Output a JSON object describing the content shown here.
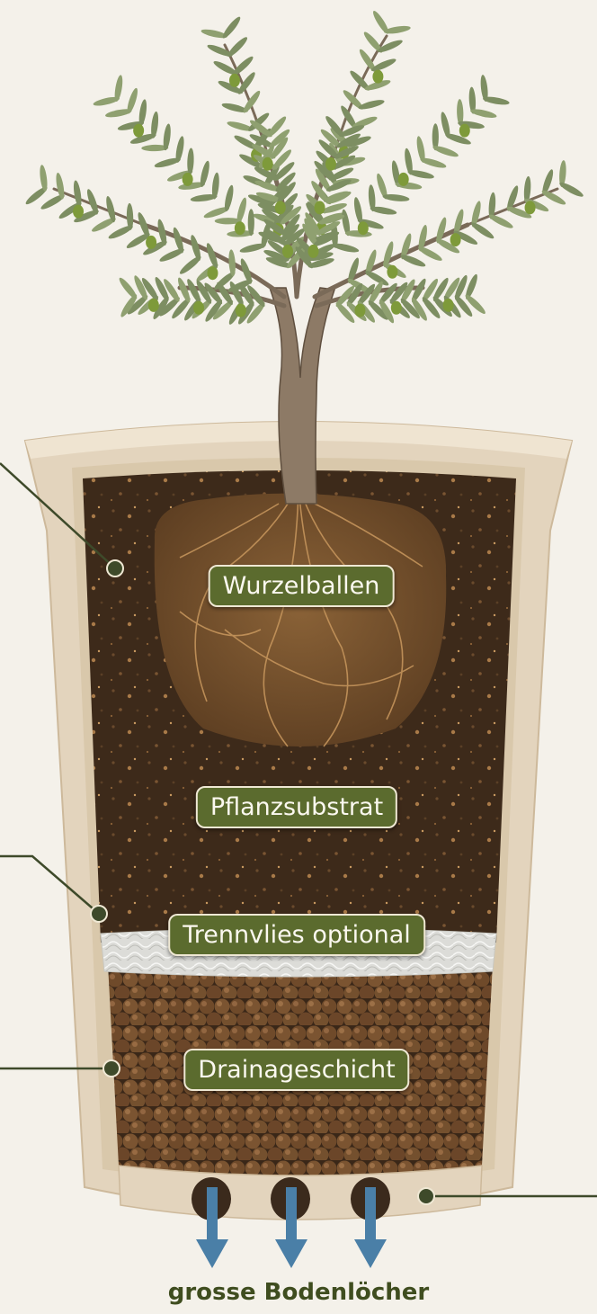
{
  "labels": {
    "root_ball": "Wurzelballen",
    "substrate": "Pflanzsubstrat",
    "fleece": "Trennvlies optional",
    "drainage": "Drainageschicht",
    "bottom_holes": "grosse Bodenlöcher"
  },
  "colors": {
    "background": "#f4f1ea",
    "pot": "#e3d4bd",
    "soil": "#3d2a1a",
    "label_fill": "#5b6b2e",
    "label_text": "#fbf8ef",
    "leaf": "#8fa070",
    "olive": "#7e9a3a",
    "arrow": "#4a7fa7",
    "leader_line": "#3e4a2a"
  }
}
